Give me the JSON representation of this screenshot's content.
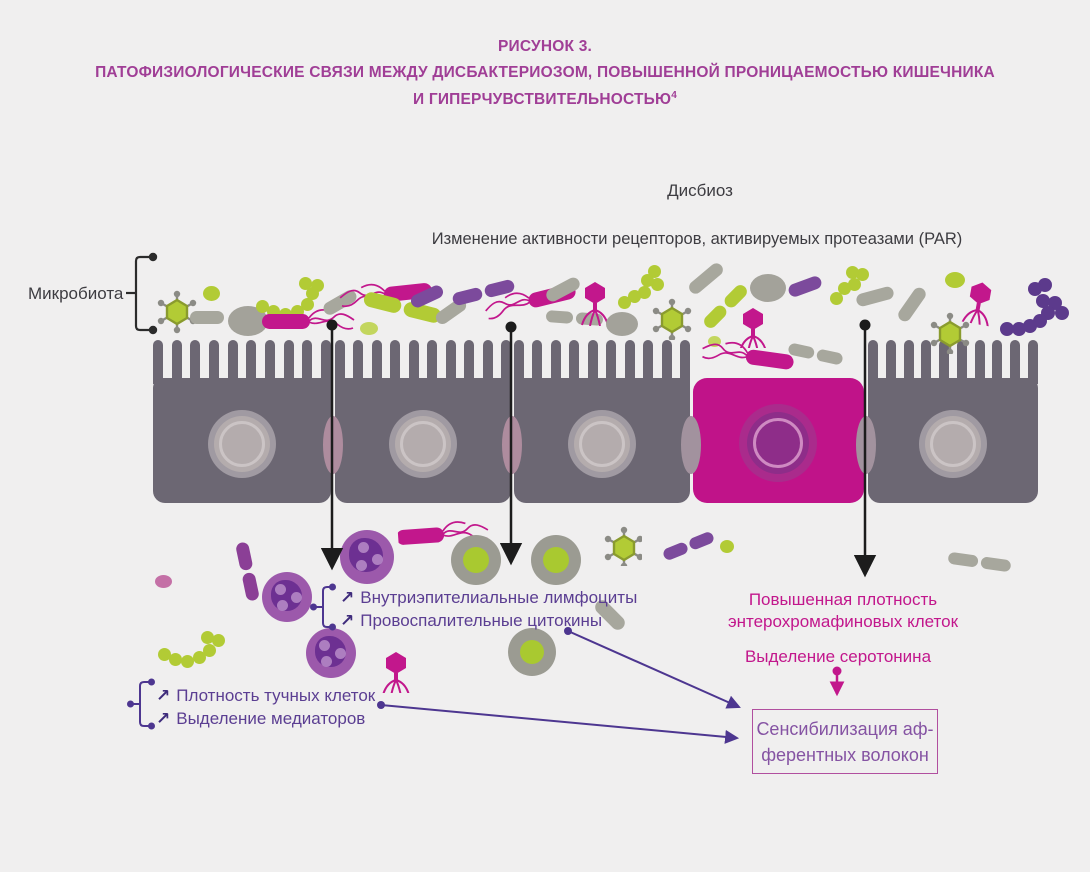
{
  "title": {
    "line1": "РИСУНОК 3.",
    "line2": "ПАТОФИЗИОЛОГИЧЕСКИЕ СВЯЗИ МЕЖДУ ДИСБАКТЕРИОЗОМ, ПОВЫШЕННОЙ ПРОНИЦАЕМОСТЬЮ КИШЕЧНИКА",
    "line3": "И ГИПЕРЧУВСТВИТЕЛЬНОСТЬЮ",
    "line3_sup": "4"
  },
  "labels": {
    "dysbiosis": "Дисбиоз",
    "par": "Изменение активности рецепторов, активируемых протеазами (PAR)",
    "microbiota": "Микробиота",
    "up_arrow": "↗",
    "lymphocytes": "Внутриэпителиальные лимфоциты",
    "cytokines": "Провоспалительные цитокины",
    "mast_density": "Плотность тучных клеток",
    "mediators": "Выделение медиаторов",
    "ec_line1": "Повышенная плотность",
    "ec_line2": "энтерохромафиновых клеток",
    "serotonin": "Выделение серотонина",
    "box_line1": "Сенсибилизация аф-",
    "box_line2": "ферентных волокон"
  },
  "colors": {
    "background": "#f0efef",
    "title_magenta": "#a03e96",
    "bright_magenta": "#c2178c",
    "purple_text": "#5b3e92",
    "cell_gray": "#6c6773",
    "cell_magenta": "#c01389",
    "junction_pink": "#ae8c9e",
    "microbe_green": "#b2cb35",
    "microbe_gray": "#a7a79d",
    "microbe_purple": "#7c4a9c",
    "cocci_purple": "#5c3a8c",
    "text_dark": "#3d3c41"
  }
}
